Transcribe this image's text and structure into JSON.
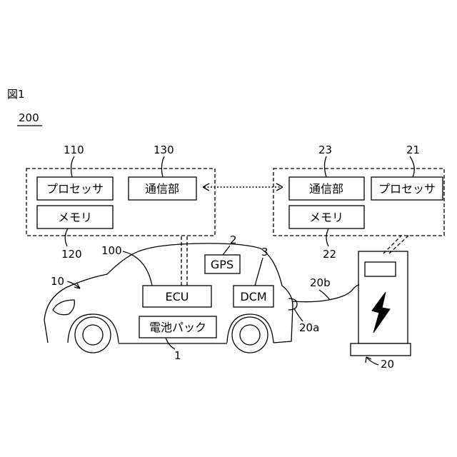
{
  "figure": {
    "title": "図1",
    "system_ref": "200"
  },
  "vehicle": {
    "ref": "10",
    "controller_ref": "100",
    "controller": {
      "processor": {
        "label": "プロセッサ",
        "ref": "110"
      },
      "communication": {
        "label": "通信部",
        "ref": "130"
      },
      "memory": {
        "label": "メモリ",
        "ref": "120"
      }
    },
    "ecu_label": "ECU",
    "gps": {
      "label": "GPS",
      "ref": "2"
    },
    "dcm": {
      "label": "DCM",
      "ref": "3"
    },
    "battery": {
      "label": "電池パック",
      "ref": "1"
    },
    "inlet_ref": "20a"
  },
  "station": {
    "ref": "20",
    "cable_ref": "20b",
    "controller": {
      "communication": {
        "label": "通信部",
        "ref": "23"
      },
      "processor": {
        "label": "プロセッサ",
        "ref": "21"
      },
      "memory": {
        "label": "メモリ",
        "ref": "22"
      }
    }
  }
}
